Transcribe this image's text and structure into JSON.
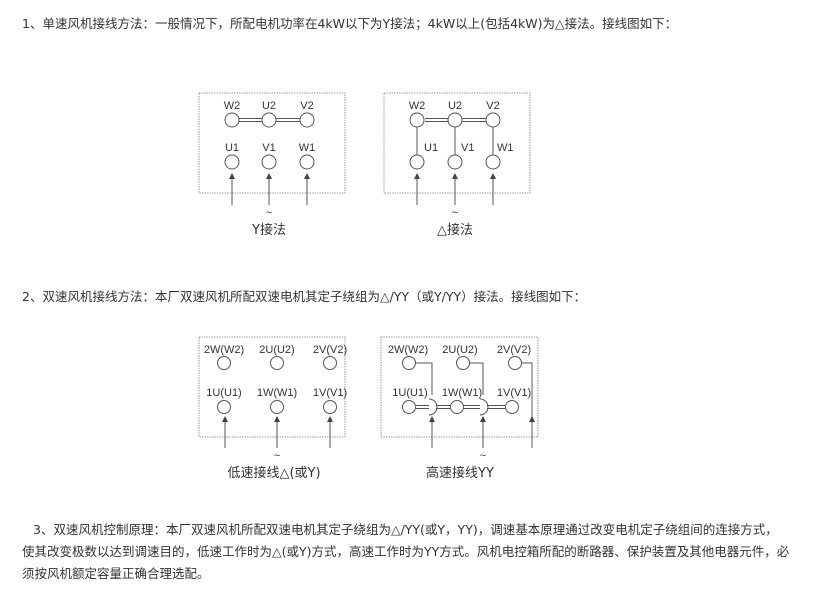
{
  "section1": {
    "text": "1、单速风机接线方法：一般情况下，所配电机功率在4kW以下为Y接法；4kW以上(包括4kW)为△接法。接线图如下：",
    "diagram_y": {
      "top_labels": [
        "W2",
        "U2",
        "V2"
      ],
      "bottom_labels": [
        "U1",
        "V1",
        "W1"
      ],
      "tilde": "~",
      "caption": "Y接法"
    },
    "diagram_delta": {
      "top_labels": [
        "W2",
        "U2",
        "V2"
      ],
      "bottom_labels": [
        "U1",
        "V1",
        "W1"
      ],
      "tilde": "~",
      "caption": "△接法"
    }
  },
  "section2": {
    "text": "2、双速风机接线方法：本厂双速风机所配双速电机其定子绕组为△/YY（或Y/YY）接法。接线图如下：",
    "diagram_low": {
      "top_labels": [
        "2W(W2)",
        "2U(U2)",
        "2V(V2)"
      ],
      "bottom_labels": [
        "1U(U1)",
        "1W(W1)",
        "1V(V1)"
      ],
      "tilde": "~",
      "caption": "低速接线△(或Y)"
    },
    "diagram_high": {
      "top_labels": [
        "2W(W2)",
        "2U(U2)",
        "2V(V2)"
      ],
      "bottom_labels": [
        "1U(U1)",
        "1W(W1)",
        "1V(V1)"
      ],
      "tilde": "~",
      "caption": "高速接线YY"
    }
  },
  "section3": {
    "lines": [
      "3、双速风机控制原理：本厂双速风机所配双速电机其定子绕组为△/YY(或Y，YY)，调速基本原理通过改变电机定子绕组间的连接方式，",
      "使其改变极数以达到调速目的，低速工作时为△(或Y)方式，高速工作时为YY方式。风机电控箱所配的断路器、保护装置及其他电器元件，必",
      "须按风机额定容量正确合理选配。"
    ]
  }
}
